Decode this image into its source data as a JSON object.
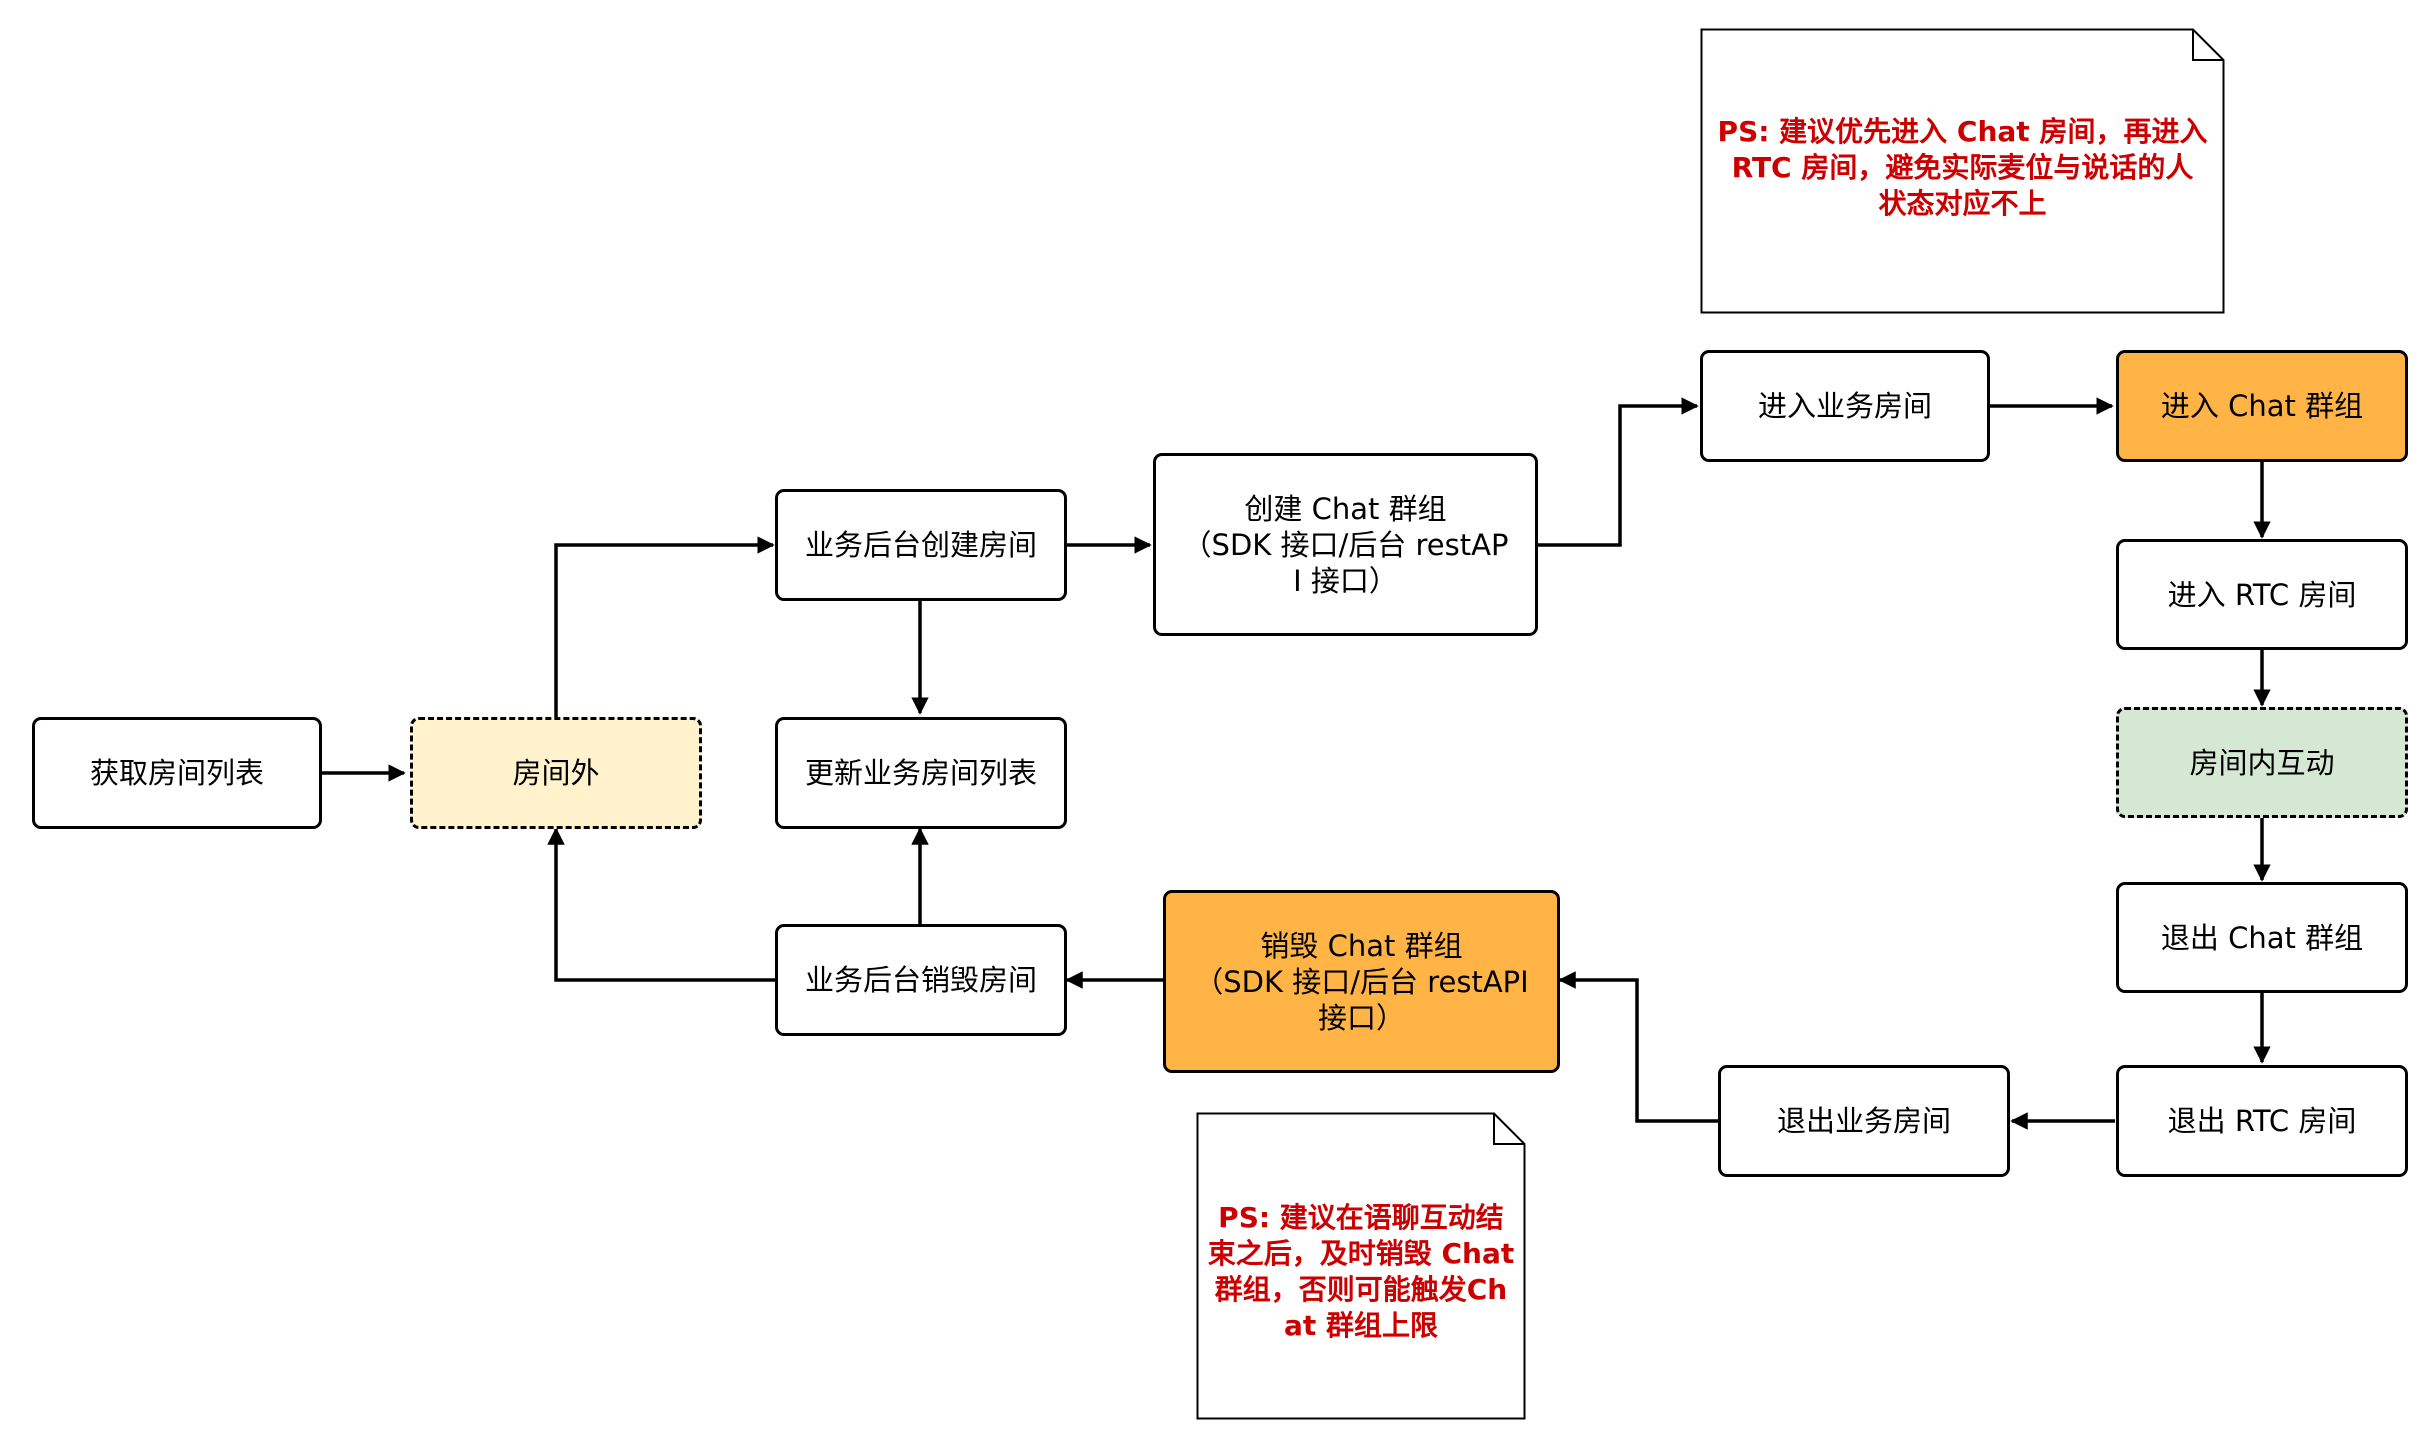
{
  "nodes": {
    "get_room_list": "获取房间列表",
    "outside_room": "房间外",
    "backend_create_room": "业务后台创建房间",
    "create_chat_group": "创建 Chat 群组\n（SDK 接口/后台 restAP\nI 接口）",
    "update_room_list": "更新业务房间列表",
    "backend_destroy_room": "业务后台销毁房间",
    "destroy_chat_group": "销毁 Chat 群组\n（SDK 接口/后台 restAPI\n接口）",
    "enter_business_room": "进入业务房间",
    "enter_chat_group": "进入 Chat 群组",
    "enter_rtc_room": "进入 RTC 房间",
    "in_room_interaction": "房间内互动",
    "exit_chat_group": "退出 Chat 群组",
    "exit_rtc_room": "退出 RTC 房间",
    "exit_business_room": "退出业务房间"
  },
  "notes": {
    "top": "PS: 建议优先进入 Chat 房间，再进入\nRTC 房间，避免实际麦位与说话的人\n状态对应不上",
    "bottom": "PS: 建议在语聊互动结\n束之后，及时销毁 Chat\n群组，否则可能触发Ch\nat 群组上限"
  },
  "colors": {
    "orange": "#ffb445",
    "yellow": "#fff2cc",
    "green": "#d5e8d4",
    "note_text": "#cc0000"
  }
}
